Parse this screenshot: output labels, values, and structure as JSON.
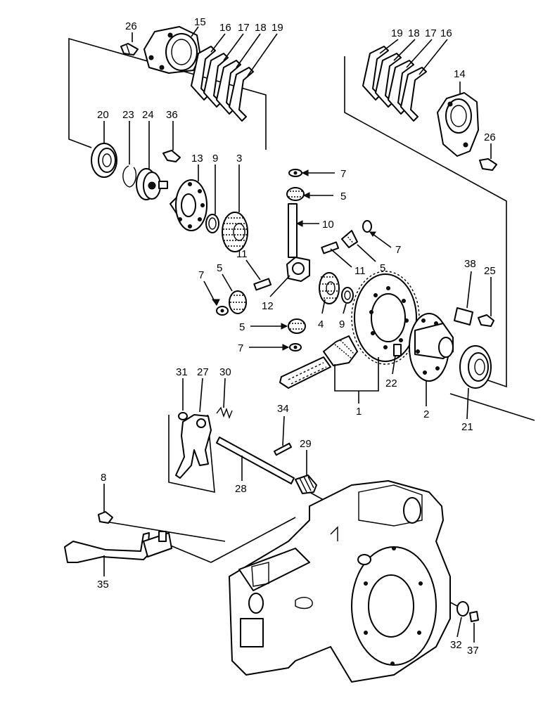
{
  "diagram": {
    "callouts": [
      {
        "id": "c26a",
        "text": "26"
      },
      {
        "id": "c15",
        "text": "15"
      },
      {
        "id": "c16a",
        "text": "16"
      },
      {
        "id": "c17a",
        "text": "17"
      },
      {
        "id": "c18a",
        "text": "18"
      },
      {
        "id": "c19a",
        "text": "19"
      },
      {
        "id": "c19b",
        "text": "19"
      },
      {
        "id": "c18b",
        "text": "18"
      },
      {
        "id": "c17b",
        "text": "17"
      },
      {
        "id": "c16b",
        "text": "16"
      },
      {
        "id": "c14",
        "text": "14"
      },
      {
        "id": "c26b",
        "text": "26"
      },
      {
        "id": "c20",
        "text": "20"
      },
      {
        "id": "c23",
        "text": "23"
      },
      {
        "id": "c24",
        "text": "24"
      },
      {
        "id": "c36",
        "text": "36"
      },
      {
        "id": "c13",
        "text": "13"
      },
      {
        "id": "c9a",
        "text": "9"
      },
      {
        "id": "c3",
        "text": "3"
      },
      {
        "id": "c7a",
        "text": "7"
      },
      {
        "id": "c5a",
        "text": "5"
      },
      {
        "id": "c10",
        "text": "10"
      },
      {
        "id": "c7b",
        "text": "7"
      },
      {
        "id": "c5b",
        "text": "5"
      },
      {
        "id": "c11a",
        "text": "11"
      },
      {
        "id": "c11b",
        "text": "11"
      },
      {
        "id": "c7c",
        "text": "7"
      },
      {
        "id": "c5c",
        "text": "5"
      },
      {
        "id": "c12",
        "text": "12"
      },
      {
        "id": "c4",
        "text": "4"
      },
      {
        "id": "c9b",
        "text": "9"
      },
      {
        "id": "c5d",
        "text": "5"
      },
      {
        "id": "c7d",
        "text": "7"
      },
      {
        "id": "c38",
        "text": "38"
      },
      {
        "id": "c25",
        "text": "25"
      },
      {
        "id": "c22",
        "text": "22"
      },
      {
        "id": "c1",
        "text": "1"
      },
      {
        "id": "c2",
        "text": "2"
      },
      {
        "id": "c21",
        "text": "21"
      },
      {
        "id": "c31",
        "text": "31"
      },
      {
        "id": "c27",
        "text": "27"
      },
      {
        "id": "c30",
        "text": "30"
      },
      {
        "id": "c34",
        "text": "34"
      },
      {
        "id": "c29",
        "text": "29"
      },
      {
        "id": "c28",
        "text": "28"
      },
      {
        "id": "c8",
        "text": "8"
      },
      {
        "id": "c35",
        "text": "35"
      },
      {
        "id": "c32",
        "text": "32"
      },
      {
        "id": "c37",
        "text": "37"
      }
    ]
  }
}
